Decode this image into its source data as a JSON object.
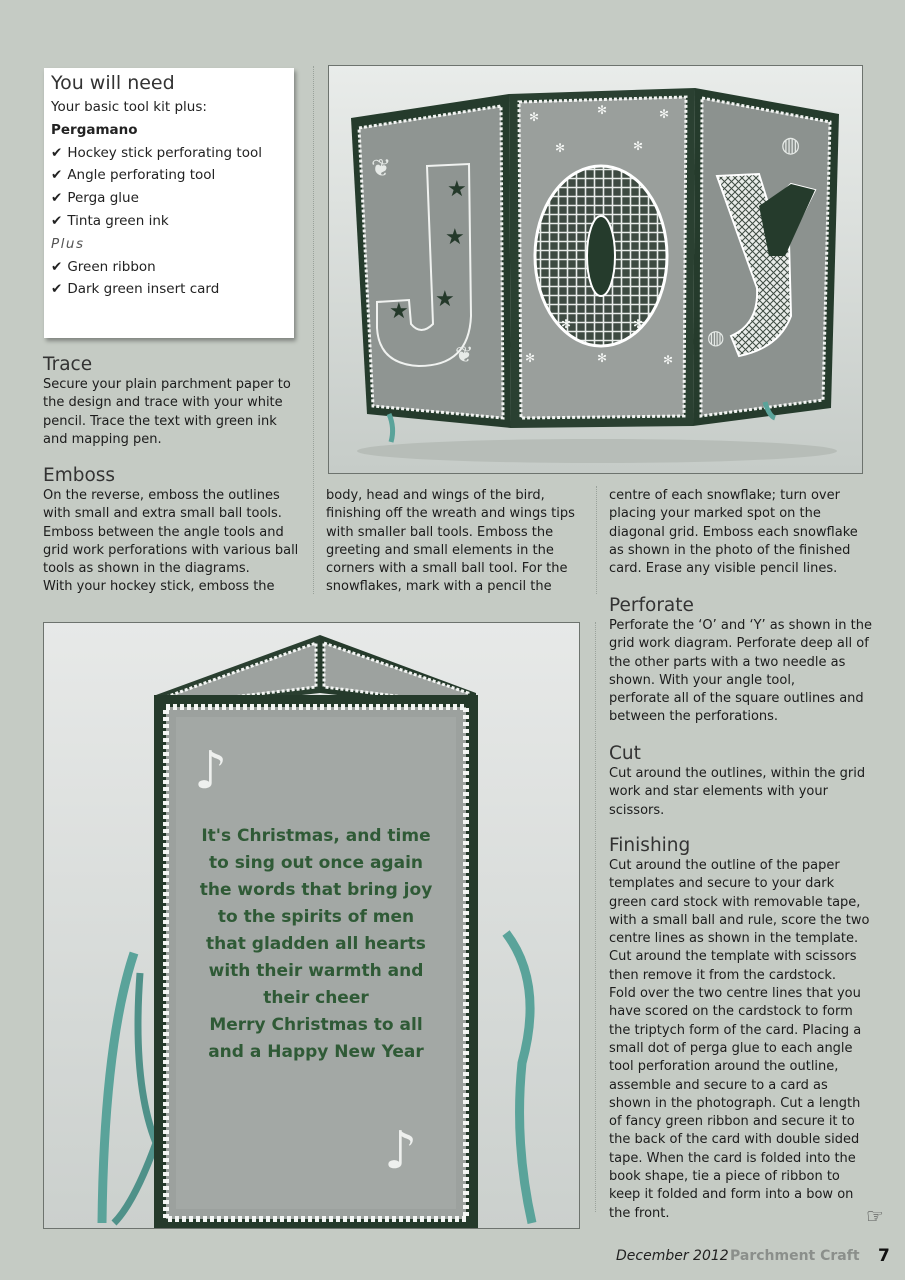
{
  "you_will_need": {
    "title": "You will need",
    "intro": "Your basic tool kit plus:",
    "brand": "Pergamano",
    "items_a": [
      "Hockey stick perforating tool",
      "Angle perforating tool",
      "Perga glue",
      "Tinta green ink"
    ],
    "plus": "Plus",
    "items_b": [
      "Green ribbon",
      "Dark green insert card"
    ],
    "tick": "✔"
  },
  "trace": {
    "heading": "Trace",
    "lines": [
      "Secure your plain parchment paper to",
      "the design and trace with your white",
      "pencil. Trace the text with green ink",
      "and mapping pen."
    ]
  },
  "emboss": {
    "heading": "Emboss",
    "col1": [
      "On the reverse, emboss the outlines",
      "with small and extra small ball tools.",
      "Emboss between the angle tools and",
      "grid work perforations with various ball",
      "tools as shown in the diagrams.",
      "With your hockey stick, emboss the"
    ],
    "col2": [
      "body, head and wings of the bird,",
      "finishing off the wreath and wings tips",
      "with smaller ball tools. Emboss the",
      "greeting and small elements in the",
      "corners with a small ball tool. For the",
      "snowflakes, mark with a pencil the"
    ],
    "col3": [
      "centre of each snowflake; turn over",
      "placing your marked spot on the",
      "diagonal grid. Emboss each snowflake",
      "as shown in the photo of the finished",
      "card. Erase any visible pencil lines."
    ]
  },
  "perforate": {
    "heading": "Perforate",
    "lines": [
      "Perforate the ‘O’ and ‘Y’ as shown in the",
      "grid work diagram. Perforate deep all of",
      "the other parts with a two needle as",
      "shown. With your angle tool,",
      "perforate all of the square outlines and",
      "between the perforations."
    ]
  },
  "cut": {
    "heading": "Cut",
    "lines": [
      "Cut around the outlines, within the grid",
      "work and star elements with your",
      "scissors."
    ]
  },
  "finishing": {
    "heading": "Finishing",
    "lines": [
      "Cut around the outline of the paper",
      "templates and secure to your dark",
      "green card stock with removable tape,",
      "with a small ball and rule, score the two",
      "centre lines as shown in the template.",
      "Cut around the template with scissors",
      "then remove it from the cardstock.",
      "Fold over the two centre lines that you",
      "have scored on the cardstock to form",
      "the triptych form of the card. Placing a",
      "small dot of perga glue to each angle",
      "tool perforation around the outline,",
      "assemble and secure to a card as",
      "shown in the photograph. Cut a length",
      "of fancy green ribbon and secure it to",
      "the back of the card with double sided",
      "tape. When the card is folded into the",
      "book shape, tie a piece of ribbon to",
      "keep it folded and form into a bow on",
      "the front."
    ]
  },
  "photo_top": {
    "letters": [
      "J",
      "O",
      "Y"
    ]
  },
  "photo_bottom": {
    "verse": [
      "It's Christmas, and time",
      "to sing out once again",
      "the words that bring joy",
      "to the spirits of men",
      "that gladden all hearts",
      "with their warmth and",
      "their cheer",
      "Merry Christmas to all",
      "and a Happy New Year"
    ]
  },
  "footer": {
    "date": "December 2012",
    "magazine": "Parchment Craft",
    "page": "7",
    "turn_icon": "☞"
  }
}
